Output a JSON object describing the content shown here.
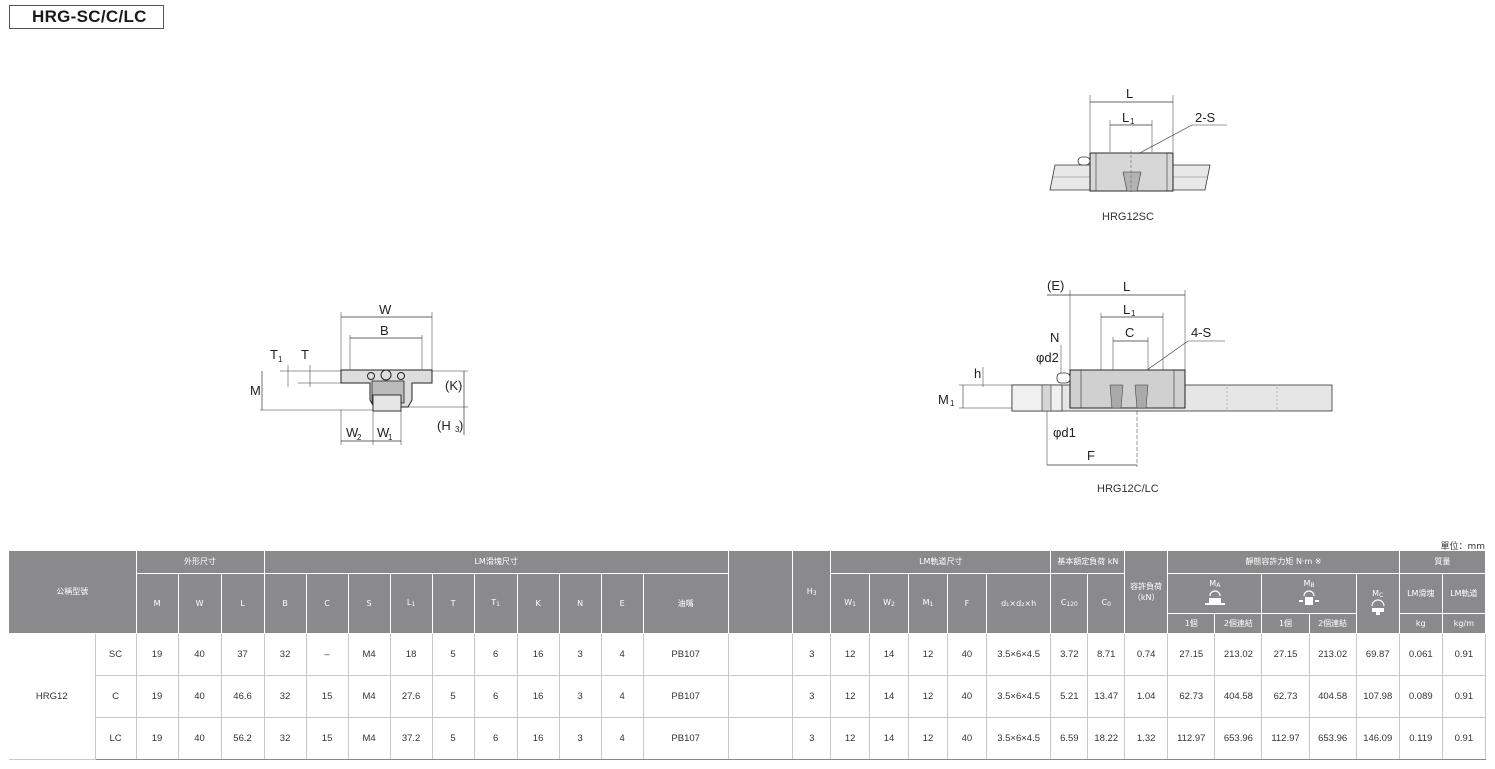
{
  "title": "HRG-SC/C/LC",
  "drawings": {
    "front": {
      "labels": {
        "W": "W",
        "B": "B",
        "T1": "T",
        "T1_sub": "1",
        "T": "T",
        "M": "M",
        "K": "(K)",
        "H3": "(H",
        "H3_sub": "3",
        "H3_close": ")",
        "W2": "W",
        "W2_sub": "2",
        "W1": "W",
        "W1_sub": "1"
      }
    },
    "top_sc": {
      "labels": {
        "L": "L",
        "L1": "L",
        "L1_sub": "1",
        "S": "2-S"
      },
      "caption": "HRG12SC"
    },
    "side_c": {
      "labels": {
        "E": "(E)",
        "L": "L",
        "L1": "L",
        "L1_sub": "1",
        "N": "N",
        "C": "C",
        "S": "4-S",
        "d2": "φd2",
        "h": "h",
        "M1": "M",
        "M1_sub": "1",
        "d1": "φd1",
        "F": "F"
      },
      "caption": "HRG12C/LC"
    }
  },
  "unit_label": "單位：mm",
  "table": {
    "group_headers": {
      "model": "公稱型號",
      "outer": "外形尺寸",
      "block": "LM滑塊尺寸",
      "rail": "LM軌道尺寸",
      "rated_load": "基本額定負荷 kN",
      "allow_load": "容許負荷",
      "allow_load_unit": "（kN）",
      "moment": "靜態容許力矩 N·m ※",
      "mass": "質量"
    },
    "col_headers": {
      "M": "M",
      "W": "W",
      "L": "L",
      "B": "B",
      "C": "C",
      "S": "S",
      "L1": "L",
      "L1_sub": "1",
      "T": "T",
      "T1": "T",
      "T1_sub": "1",
      "K": "K",
      "N": "N",
      "E": "E",
      "grease": "油嘴",
      "H3": "H",
      "H3_sub": "3",
      "W1": "W",
      "W1_sub": "1",
      "W2": "W",
      "W2_sub": "2",
      "M1": "M",
      "M1_sub": "1",
      "F": "F",
      "d1d2h": "d₁×d₂×h",
      "C120": "C",
      "C120_sub": "120",
      "C0": "C",
      "C0_sub": "0",
      "MA": "M",
      "MA_sub": "A",
      "MB": "M",
      "MB_sub": "B",
      "MC": "M",
      "MC_sub": "C",
      "single": "1個",
      "double": "2個連結",
      "block_mass": "LM滑塊",
      "rail_mass": "LM軌道",
      "kg": "kg",
      "kgm": "kg/m"
    },
    "model_name": "HRG12",
    "rows": [
      {
        "type": "SC",
        "M": "19",
        "W": "40",
        "L": "37",
        "B": "32",
        "C": "–",
        "S": "M4",
        "L1": "18",
        "T": "5",
        "T1": "6",
        "K": "16",
        "N": "3",
        "E": "4",
        "grease": "PB107",
        "H3": "3",
        "W1": "12",
        "W2": "14",
        "M1": "12",
        "F": "40",
        "d": "3.5×6×4.5",
        "C120": "3.72",
        "C0": "8.71",
        "allow": "0.74",
        "MA1": "27.15",
        "MA2": "213.02",
        "MB1": "27.15",
        "MB2": "213.02",
        "MC": "69.87",
        "block_kg": "0.061",
        "rail_kgm": "0.91"
      },
      {
        "type": "C",
        "M": "19",
        "W": "40",
        "L": "46.6",
        "B": "32",
        "C": "15",
        "S": "M4",
        "L1": "27.6",
        "T": "5",
        "T1": "6",
        "K": "16",
        "N": "3",
        "E": "4",
        "grease": "PB107",
        "H3": "3",
        "W1": "12",
        "W2": "14",
        "M1": "12",
        "F": "40",
        "d": "3.5×6×4.5",
        "C120": "5.21",
        "C0": "13.47",
        "allow": "1.04",
        "MA1": "62.73",
        "MA2": "404.58",
        "MB1": "62.73",
        "MB2": "404.58",
        "MC": "107.98",
        "block_kg": "0.089",
        "rail_kgm": "0.91"
      },
      {
        "type": "LC",
        "M": "19",
        "W": "40",
        "L": "56.2",
        "B": "32",
        "C": "15",
        "S": "M4",
        "L1": "37.2",
        "T": "5",
        "T1": "6",
        "K": "16",
        "N": "3",
        "E": "4",
        "grease": "PB107",
        "H3": "3",
        "W1": "12",
        "W2": "14",
        "M1": "12",
        "F": "40",
        "d": "3.5×6×4.5",
        "C120": "6.59",
        "C0": "18.22",
        "allow": "1.32",
        "MA1": "112.97",
        "MA2": "653.96",
        "MB1": "112.97",
        "MB2": "653.96",
        "MC": "146.09",
        "block_kg": "0.119",
        "rail_kgm": "0.91"
      }
    ]
  }
}
